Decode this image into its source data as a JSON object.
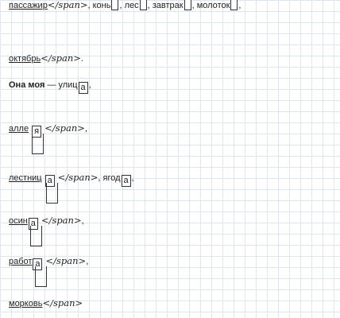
{
  "lines": {
    "l1": {
      "word": "пассажир",
      "latex": "</span>",
      "rest": [
        ", конь",
        ", лес",
        ", завтрак",
        ", молоток",
        ","
      ]
    },
    "l2": {
      "word": "октябрь",
      "latex": "</span>",
      "end": "."
    },
    "l3": {
      "bold": "Она моя",
      "dash": " — улиц",
      "box": "а",
      "end": ","
    },
    "l4": {
      "word": "алле",
      "box": "я",
      "latex": "</span>",
      "end": ","
    },
    "l5": {
      "word": "лестниц",
      "box": "а",
      "latex": "</span>",
      "mid": ", ягод",
      "box2": "а",
      "end": ","
    },
    "l6": {
      "word": "осин",
      "box": "а",
      "latex": "</span>",
      "end": ","
    },
    "l7": {
      "word": "работ",
      "box": "а",
      "latex": "</span>",
      "end": ","
    },
    "l8": {
      "word": "морковь",
      "latex": "</span>"
    }
  }
}
